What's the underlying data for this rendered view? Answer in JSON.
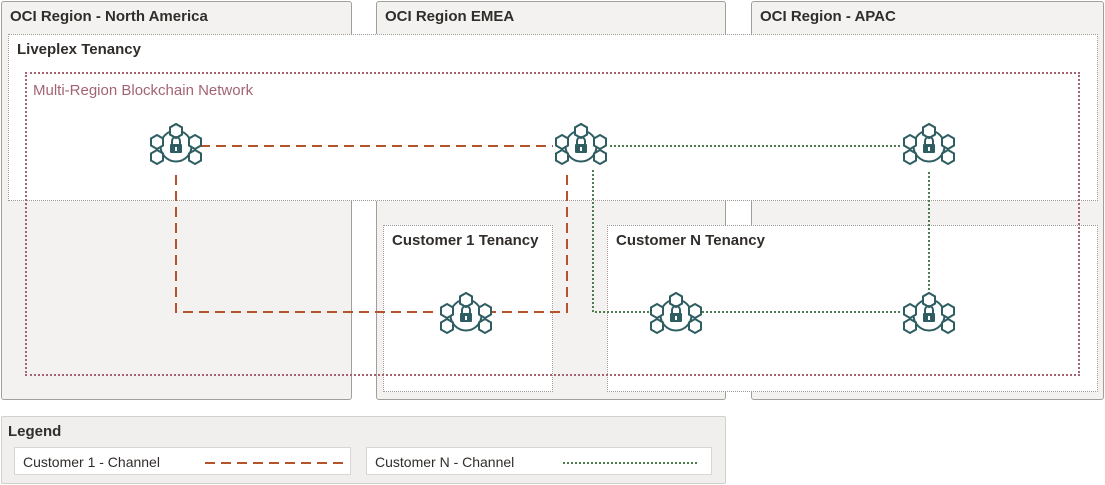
{
  "regions": {
    "north_america": "OCI Region - North America",
    "emea": "OCI Region EMEA",
    "apac": "OCI Region - APAC"
  },
  "tenancies": {
    "liveplex": "Liveplex Tenancy",
    "customer1": "Customer 1 Tenancy",
    "customerN": "Customer N Tenancy"
  },
  "network": {
    "title": "Multi-Region Blockchain Network"
  },
  "nodes": [
    {
      "id": "liveplex-na-node",
      "icon": "blockchain-node-icon"
    },
    {
      "id": "liveplex-emea-node",
      "icon": "blockchain-node-icon"
    },
    {
      "id": "liveplex-apac-node",
      "icon": "blockchain-node-icon"
    },
    {
      "id": "customer1-node",
      "icon": "blockchain-node-icon"
    },
    {
      "id": "customerN-emea-node",
      "icon": "blockchain-node-icon"
    },
    {
      "id": "customerN-apac-node",
      "icon": "blockchain-node-icon"
    }
  ],
  "channels": [
    {
      "name": "customer1-channel",
      "color": "#b5532c",
      "style": "dashed"
    },
    {
      "name": "customerN-channel",
      "color": "#4d7d4a",
      "style": "dotted"
    }
  ],
  "legend": {
    "title": "Legend",
    "items": [
      {
        "label": "Customer 1 - Channel"
      },
      {
        "label": "Customer N - Channel"
      }
    ]
  },
  "colors": {
    "node": "#2e5d62",
    "region_bg": "#f4f2f0",
    "network_border": "#a36472"
  }
}
